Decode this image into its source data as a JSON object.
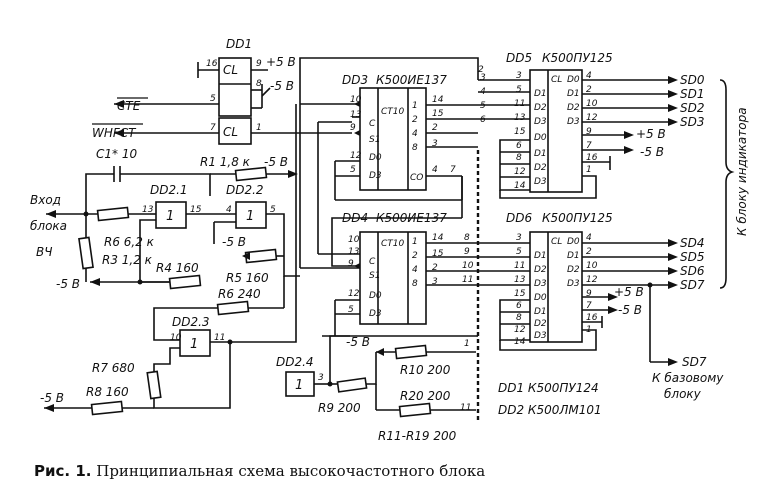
{
  "chips": {
    "dd1": {
      "name": "DD1",
      "cl_a": "CL",
      "cl_b": "CL",
      "plus5": "+5 В",
      "minus5": "-5 В",
      "p16": "16",
      "p9": "9",
      "p8": "8",
      "p5": "5",
      "p7": "7",
      "p1": "1"
    },
    "dd3": {
      "name": "DD3",
      "part": "К500ИЕ137",
      "ct": "CT10"
    },
    "dd4": {
      "name": "DD4",
      "part": "К500ИЕ137",
      "ct": "CT10"
    },
    "dd5": {
      "name": "DD5",
      "part": "К500ПУ125",
      "cl": "CL"
    },
    "dd6": {
      "name": "DD6",
      "part": "К500ПУ125",
      "cl": "CL"
    },
    "dd21": {
      "name": "DD2.1",
      "sym": "1"
    },
    "dd22": {
      "name": "DD2.2",
      "sym": "1"
    },
    "dd23": {
      "name": "DD2.3",
      "sym": "1"
    },
    "dd24": {
      "name": "DD2.4",
      "sym": "1"
    }
  },
  "signals": {
    "cte": "CTE",
    "whfct": "WHFCT",
    "sd": [
      "SD0",
      "SD1",
      "SD2",
      "SD3",
      "SD4",
      "SD5",
      "SD6",
      "SD7"
    ],
    "sd7_out": "SD7",
    "to_indicator": "К блоку индикатора",
    "to_base_1": "К базовому",
    "to_base_2": "блоку"
  },
  "input": {
    "line1": "Вход",
    "line2": "блока",
    "line3": "ВЧ"
  },
  "components": {
    "c1": "C1* 10",
    "r1": "R1 1,8 к",
    "r1_supply": "-5 В",
    "r3": "R3 1,2 к",
    "r4": "R4 160",
    "r5": "R5 160",
    "r6a": "R6 6,2 к",
    "r6b": "R6 240",
    "r7": "R7 680",
    "r8": "R8 160",
    "r9": "R9 200",
    "r10": "R10 200",
    "r20": "R20 200",
    "r11_19": "R11-R19 200"
  },
  "supplies": {
    "m5_r3": "-5 В",
    "m5_dd22": "-5 В",
    "m5_r8": "-5 В",
    "m5_r10": "-5 В",
    "dd5_p": "+5 В",
    "dd5_m": "-5 В",
    "dd6_p": "+5 В",
    "dd6_m": "-5 В"
  },
  "notes": {
    "dd1_part": "DD1  К500ПУ124",
    "dd2_part": "DD2  К500ЛМ101"
  },
  "caption": {
    "label": "Рис. 1.",
    "text": "Принципиальная схема высокочастотного блока"
  }
}
